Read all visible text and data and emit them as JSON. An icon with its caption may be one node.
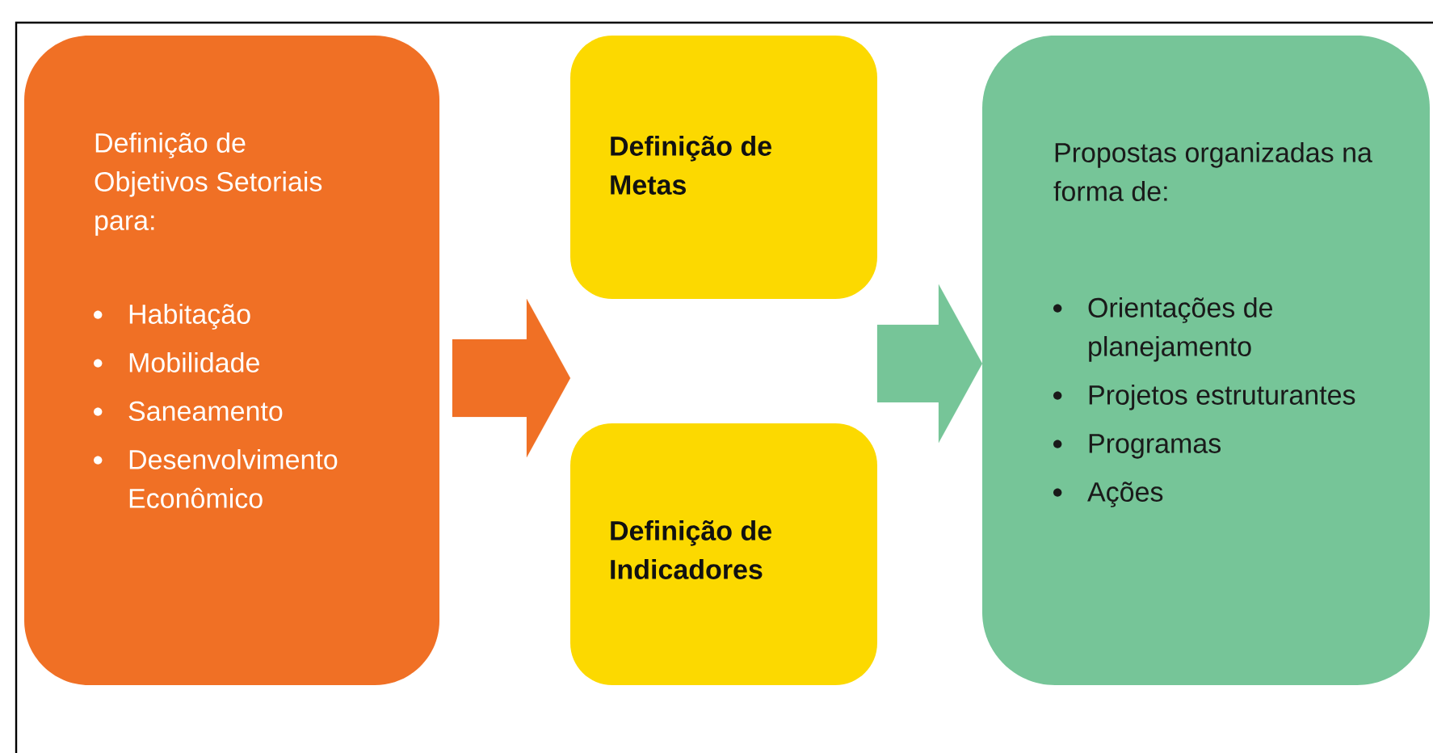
{
  "diagram": {
    "nodes": [
      {
        "text": [
          "Definição de Objetivos Setoriais para:",
          "Habitação",
          "Mobilidade",
          "Saneamento",
          "Desenvolvimento Econômico"
        ]
      },
      {
        "text": [
          "Definição de Metas"
        ]
      },
      {
        "text": [
          "Definição de Indicadores"
        ]
      },
      {
        "text": [
          "Propostas organizadas na forma de:",
          "Orientações de planejamento",
          "Projetos estruturantes",
          "Programas",
          "Ações"
        ]
      }
    ],
    "edges": [
      {
        "from": 0,
        "to": 1,
        "arrow": "to",
        "color": "#f07025"
      },
      {
        "from": 0,
        "to": 2,
        "arrow": "to",
        "color": "#f07025"
      },
      {
        "from": 1,
        "to": 3,
        "arrow": "to",
        "color": "#76c598"
      },
      {
        "from": 2,
        "to": 3,
        "arrow": "to",
        "color": "#76c598"
      }
    ]
  }
}
